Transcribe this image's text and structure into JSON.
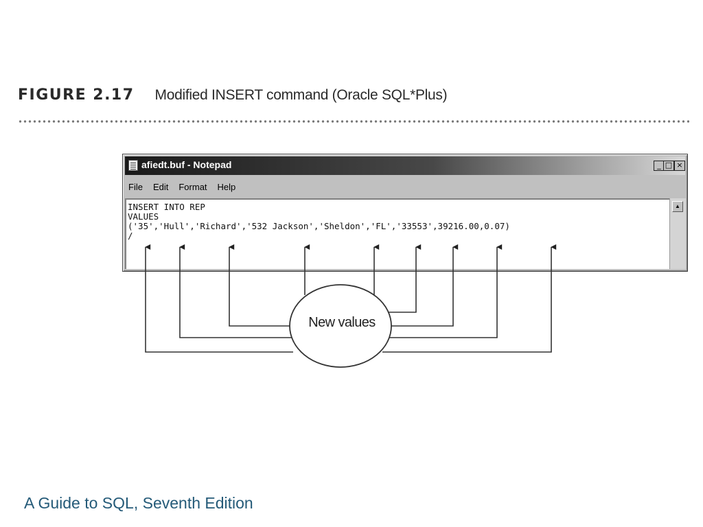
{
  "figure": {
    "label": "FIGURE 2.17",
    "caption": "Modified INSERT command (Oracle SQL*Plus)"
  },
  "window": {
    "title": "afiedt.buf - Notepad",
    "controls": {
      "minimize": "_",
      "maximize": "□",
      "close": "×"
    }
  },
  "menu": [
    "File",
    "Edit",
    "Format",
    "Help"
  ],
  "editor": {
    "lines": [
      "INSERT INTO REP",
      "VALUES",
      "('35','Hull','Richard','532 Jackson','Sheldon','FL','33553',39216.00,0.07)",
      "/"
    ]
  },
  "callout": {
    "label": "New values"
  },
  "footer": "A Guide to SQL, Seventh Edition",
  "colors": {
    "footer_text": "#245a78",
    "title_bar": "#1a1a1a"
  },
  "icons": {
    "app": "notepad-icon",
    "scroll_up": "scroll-up-arrow-icon"
  }
}
